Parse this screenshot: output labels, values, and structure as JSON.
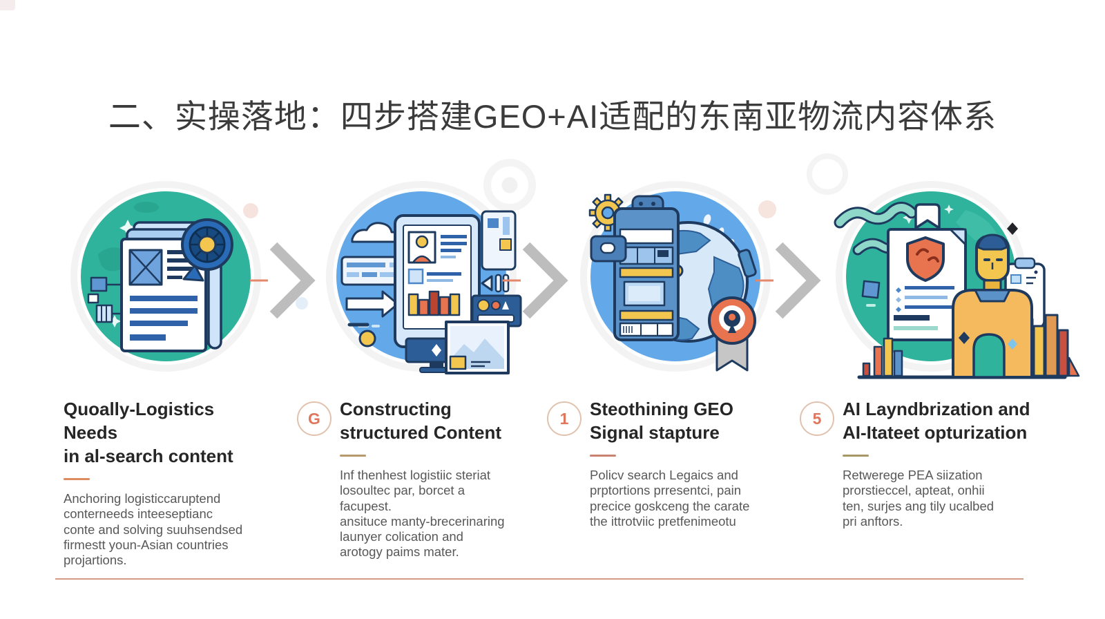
{
  "page": {
    "title": "二、实操落地：四步搭建GEO+AI适配的东南亚物流内容体系"
  },
  "accent_colors": {
    "teal_circle": "#2fb39c",
    "blue_circle": "#63a8e8",
    "arrow_gray": "#bdbdbd",
    "arrow_dash": "#e5876b",
    "badge_text": "#df775f",
    "divider": "#d59a86"
  },
  "steps": [
    {
      "badge": "",
      "icon": "documents-seal-illustration",
      "underline_color": "#dd8a5e",
      "heading": "Quoally-Logistics Needs\nin al-search content",
      "body": "Anchoring logisticcaruptend\nconterneeds inteeseptianc\nconte and solving suuhsendsed\nfirmestt youn-Asian countries\nprojartions."
    },
    {
      "badge": "G",
      "icon": "tablet-profile-illustration",
      "underline_color": "#b5986b",
      "heading": "Constructing\nstructured Content",
      "body": "Inf thenhest logistiic steriat\nlosoultec par, borcet a facupest.\nansituce manty-brecerinaring\nlaunyer colication and\narotogy paims mater."
    },
    {
      "badge": "1",
      "icon": "globe-machine-award-illustration",
      "underline_color": "#c9826f",
      "heading": "Steothining GEO\nSignal stapture",
      "body": "Policv search Legaics and\nprptortions prresentci, pain\nprecice goskceng the carate\nthe ittrotviic pretfenimeotu"
    },
    {
      "badge": "5",
      "icon": "person-document-illustration",
      "underline_color": "#a79767",
      "heading": "AI Layndbrization and\nAI-Itateet opturization",
      "body": "Retwerege PEA siization\nprorstieccel, apteat, onhii\nten, surjes ang tily ucalbed\npri anftors."
    }
  ]
}
